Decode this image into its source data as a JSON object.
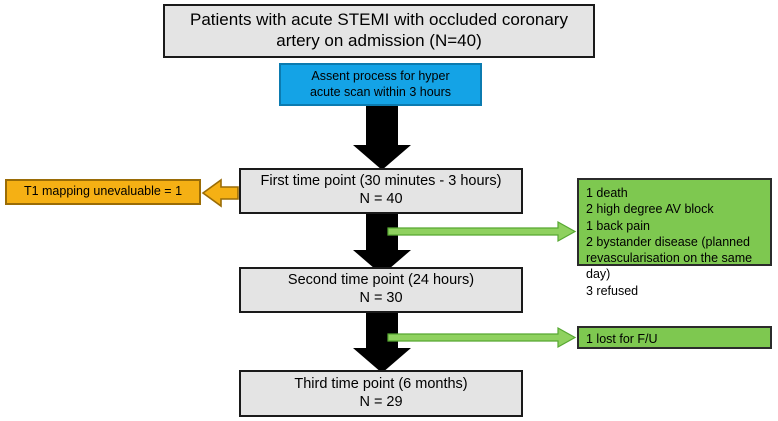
{
  "diagram": {
    "title": "STEMI study patient flow chart",
    "colors": {
      "grey_fill": "#e4e4e4",
      "blue_fill": "#14a3e6",
      "orange_fill": "#f5b014",
      "green_fill": "#7ec850",
      "border": "#1a1a1a",
      "arrow_black": "#000000",
      "arrow_green": "#7ec850",
      "arrow_orange": "#f5b014"
    },
    "nodes": {
      "enrolment": {
        "line1": "Patients with acute STEMI with occluded coronary",
        "line2": "artery on admission (N=40)"
      },
      "assent": {
        "line1": "Assent process for hyper",
        "line2": "acute scan within 3 hours"
      },
      "first_time_point": {
        "line1": "First time point (30 minutes - 3 hours)",
        "line2": "N = 40"
      },
      "t1_unevaluable": {
        "line1": "T1 mapping unevaluable = 1"
      },
      "dropouts_first": {
        "line1": "1 death",
        "line2": "2 high degree AV block",
        "line3": "1 back pain",
        "line4": "2 bystander disease (planned revascularisation on the same day)",
        "line5": "3 refused"
      },
      "second_time_point": {
        "line1": "Second time point (24 hours)",
        "line2": "N = 30"
      },
      "dropouts_second": {
        "line1": "1 lost for F/U"
      },
      "third_time_point": {
        "line1": "Third time point (6 months)",
        "line2": "N = 29"
      }
    },
    "arrows": [
      {
        "name": "assent-to-first-time-point",
        "style": "black-block",
        "direction": "down"
      },
      {
        "name": "first-to-t1-unevaluable",
        "style": "orange-block",
        "direction": "left"
      },
      {
        "name": "first-to-dropouts",
        "style": "green-line",
        "direction": "right"
      },
      {
        "name": "first-to-second-time-point",
        "style": "black-block",
        "direction": "down"
      },
      {
        "name": "second-to-lost-followup",
        "style": "green-line",
        "direction": "right"
      },
      {
        "name": "second-to-third-time-point",
        "style": "black-block",
        "direction": "down"
      }
    ]
  }
}
